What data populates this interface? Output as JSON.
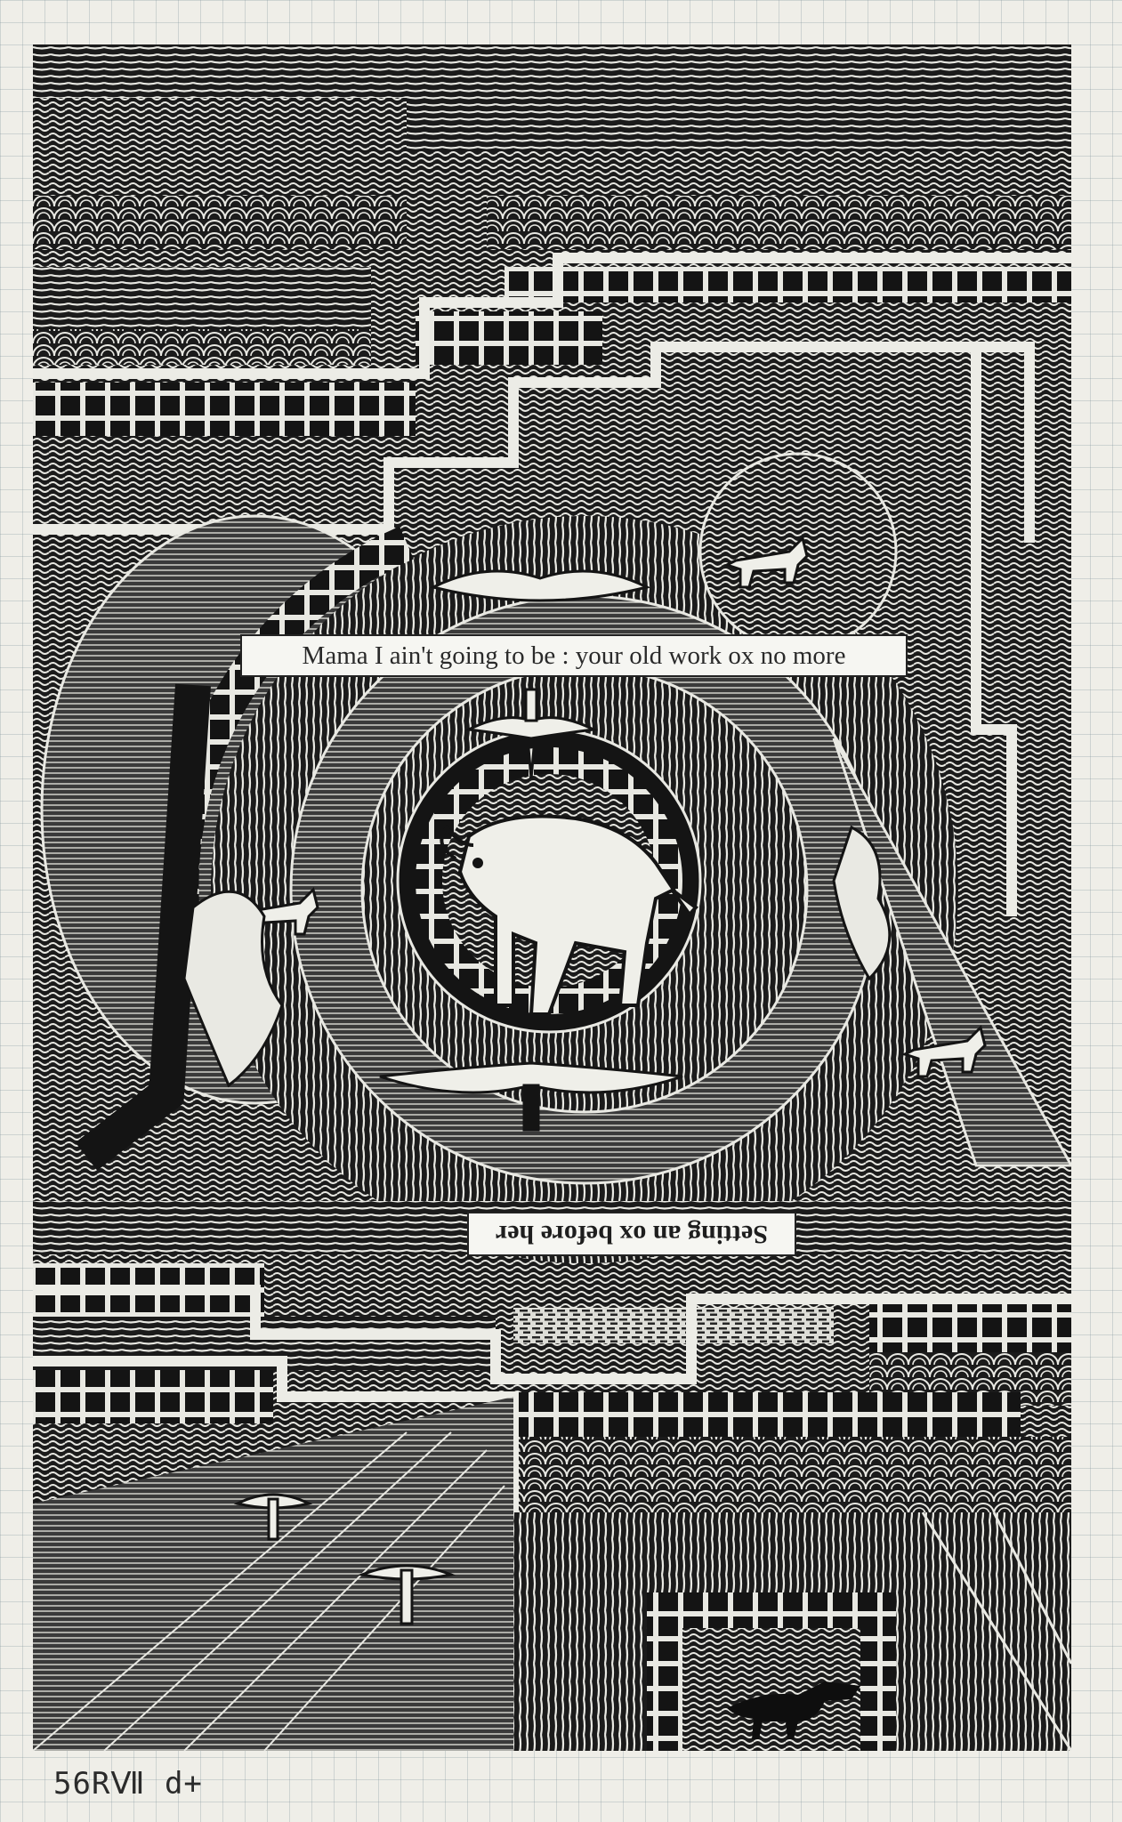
{
  "artwork": {
    "quote_top": "Mama I ain't going to be : your old work ox no more",
    "quote_bottom": "Setting an ox before her",
    "catalog_mark": "56RⅦ d+",
    "colors": {
      "paper": "#efeee8",
      "grid_line": "#9aa6ad",
      "ink": "#1b1b1b",
      "white_line": "#ecece6",
      "strip": "#f6f6f2"
    },
    "motifs": [
      "ox",
      "bird-figures",
      "dog-figures",
      "dinosaur-figure",
      "concentric-circles",
      "mosaic-blocks",
      "wavy-line-texture"
    ]
  }
}
